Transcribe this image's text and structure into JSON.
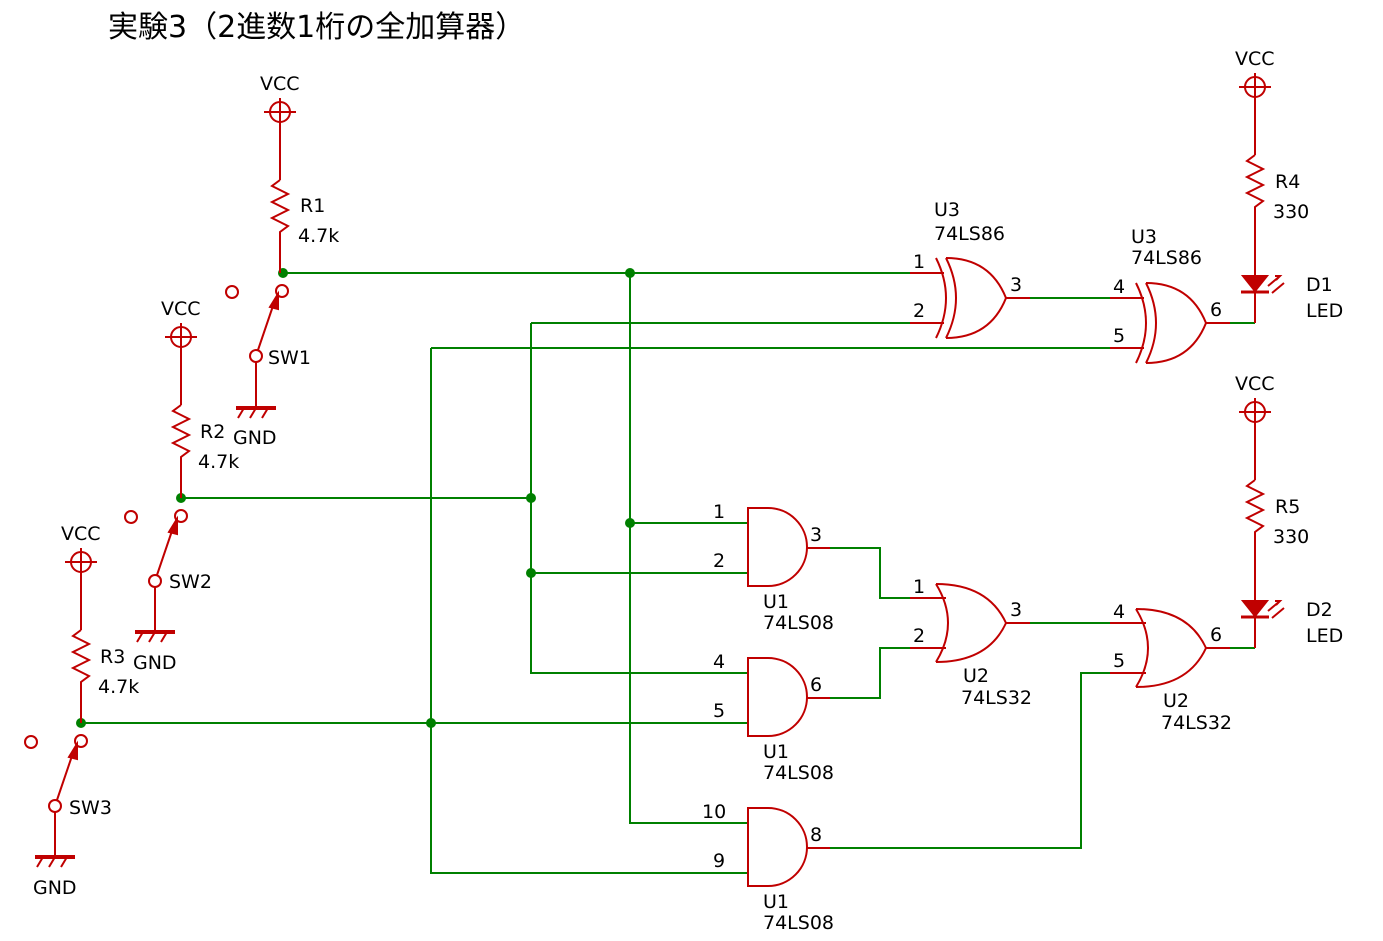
{
  "title": "実験3（2進数1桁の全加算器）",
  "colors": {
    "wire": "#008000",
    "component": "#c00000",
    "text": "#000000"
  },
  "power": {
    "vcc": "VCC",
    "gnd": "GND"
  },
  "resistors": [
    {
      "ref": "R1",
      "value": "4.7k"
    },
    {
      "ref": "R2",
      "value": "4.7k"
    },
    {
      "ref": "R3",
      "value": "4.7k"
    },
    {
      "ref": "R4",
      "value": "330"
    },
    {
      "ref": "R5",
      "value": "330"
    }
  ],
  "switches": [
    "SW1",
    "SW2",
    "SW3"
  ],
  "leds": [
    {
      "ref": "D1",
      "value": "LED"
    },
    {
      "ref": "D2",
      "value": "LED"
    }
  ],
  "gates": [
    {
      "ref": "U3",
      "part": "74LS86",
      "kind": "xor",
      "pins": [
        "1",
        "2",
        "3"
      ]
    },
    {
      "ref": "U3",
      "part": "74LS86",
      "kind": "xor",
      "pins": [
        "4",
        "5",
        "6"
      ]
    },
    {
      "ref": "U1",
      "part": "74LS08",
      "kind": "and",
      "pins": [
        "1",
        "2",
        "3"
      ]
    },
    {
      "ref": "U1",
      "part": "74LS08",
      "kind": "and",
      "pins": [
        "4",
        "5",
        "6"
      ]
    },
    {
      "ref": "U1",
      "part": "74LS08",
      "kind": "and",
      "pins": [
        "10",
        "9",
        "8"
      ]
    },
    {
      "ref": "U2",
      "part": "74LS32",
      "kind": "or",
      "pins": [
        "1",
        "2",
        "3"
      ]
    },
    {
      "ref": "U2",
      "part": "74LS32",
      "kind": "or",
      "pins": [
        "4",
        "5",
        "6"
      ]
    }
  ]
}
